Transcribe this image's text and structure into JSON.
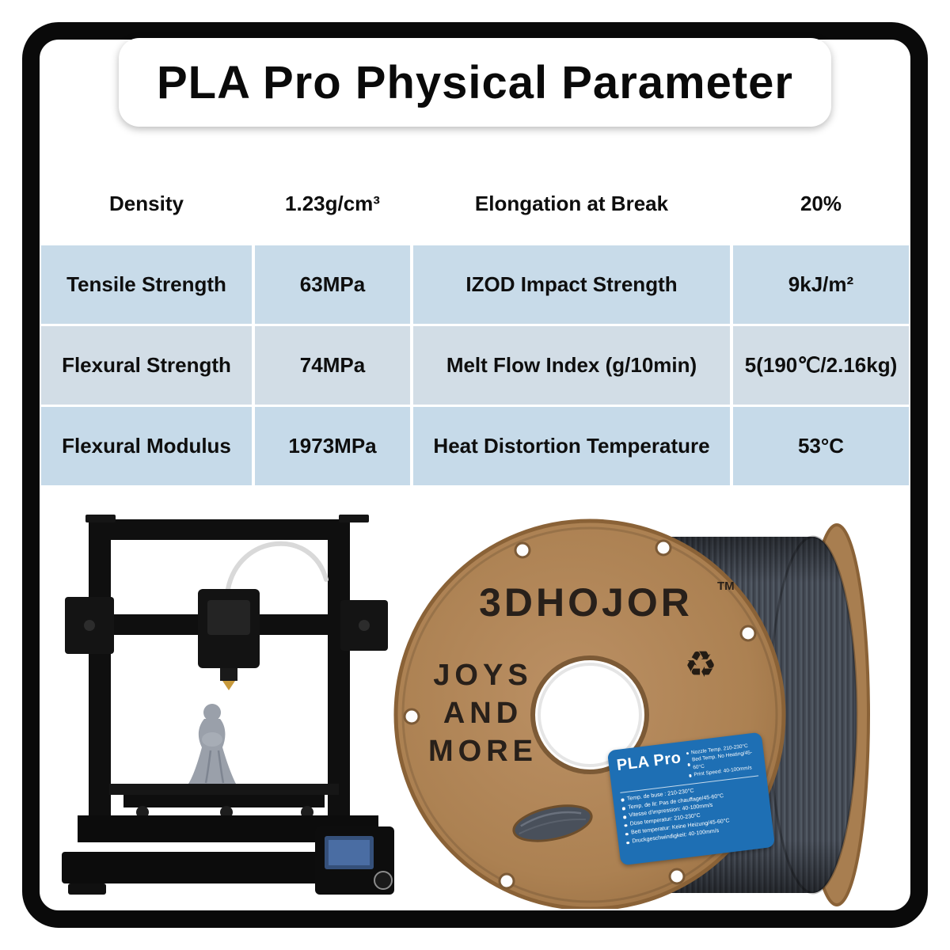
{
  "title": "PLA Pro Physical Parameter",
  "table": {
    "rows": [
      {
        "c0": "Density",
        "c1": "1.23g/cm³",
        "c2": "Elongation at Break",
        "c3": "20%"
      },
      {
        "c0": "Tensile Strength",
        "c1": "63MPa",
        "c2": "IZOD Impact Strength",
        "c3": "9kJ/m²"
      },
      {
        "c0": "Flexural Strength",
        "c1": "74MPa",
        "c2": "Melt Flow Index (g/10min)",
        "c3": "5(190℃/2.16kg)"
      },
      {
        "c0": "Flexural Modulus",
        "c1": "1973MPa",
        "c2": "Heat Distortion Temperature",
        "c3": "53°C"
      }
    ]
  },
  "spool": {
    "brand": "3DHOJOR",
    "trademark": "TM",
    "slogan": [
      "JOYS",
      "AND",
      "MORE"
    ],
    "recycle_symbol": "♻",
    "label": {
      "title": "PLA Pro",
      "specs_top": [
        "Nozzle Temp. 210-230°C",
        "Bed Temp. No Heating/45-60°C",
        "Print Speed: 40-100mm/s"
      ],
      "specs": [
        "Temp. de buse : 210-230°C",
        "Temp. de lit: Pas de chauffage/45-60°C",
        "Vitesse d'impression: 40-100mm/s",
        "Düse temperatur: 210-230°C",
        "Bett temperatur: Keine Heizung/45-60°C",
        "Druckgeschwindigkeit: 40-100mm/s"
      ]
    }
  },
  "colors": {
    "frame": "#0a0a0a",
    "table_row_blue": "#c8dbe9",
    "table_row_blue_alt": "#d2dde6",
    "cardboard": "#ac8152",
    "filament_gray": "#454b55",
    "label_blue": "#1e6fb4",
    "statue_gray": "#9aa0aa"
  }
}
